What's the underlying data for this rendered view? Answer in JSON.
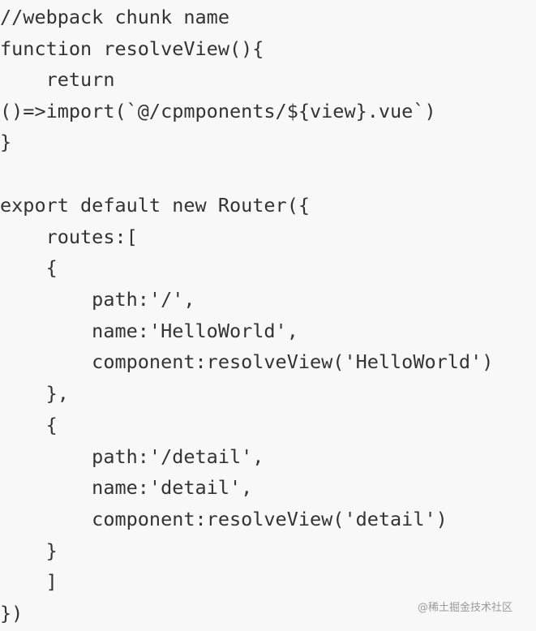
{
  "code": {
    "lines": [
      "//webpack chunk name",
      "function resolveView(){",
      "    return",
      "()=>import(`@/cpmponents/${view}.vue`)",
      "}",
      "",
      "export default new Router({",
      "    routes:[",
      "    {",
      "        path:'/',",
      "        name:'HelloWorld',",
      "        component:resolveView('HelloWorld')",
      "    },",
      "    {",
      "        path:'/detail',",
      "        name:'detail',",
      "        component:resolveView('detail')",
      "    }",
      "    ]",
      "})"
    ]
  },
  "watermark": {
    "text": "@稀土掘金技术社区"
  }
}
